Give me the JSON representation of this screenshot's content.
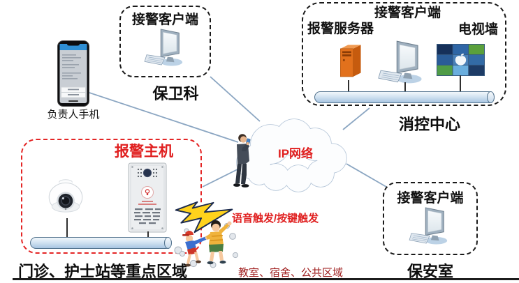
{
  "diagram": {
    "security_dept": {
      "device_label": "接警客户端",
      "caption": "保卫科"
    },
    "manager_phone": {
      "caption": "负责人手机"
    },
    "fire_control_center": {
      "server_label": "报警服务器",
      "client_label": "接警客户端",
      "tv_wall_label": "电视墙",
      "caption": "消控中心"
    },
    "ip_network": {
      "label": "IP网络"
    },
    "key_area": {
      "host_label": "报警主机",
      "caption": "门诊、护士站等重点区域"
    },
    "trigger_note": "语音触发/按键触发",
    "public_area_note": "教室、宿舍、公共区域",
    "guard_room": {
      "device_label": "接警客户端",
      "caption": "保安室"
    }
  },
  "icons": {
    "desktop_pc": "desktop-computer-icon",
    "server": "server-tower-icon",
    "tv_wall": "tv-wall-icon",
    "smartphone": "smartphone-icon",
    "dome_camera": "dome-camera-icon",
    "intercom_panel": "alarm-intercom-icon",
    "person": "person-with-phone-icon",
    "cloud": "network-cloud-shape",
    "lightning": "lightning-bolt-icon",
    "kids_fighting": "kids-fighting-illustration"
  },
  "colors": {
    "accent_red": "#e02020",
    "dark_red": "#a02020",
    "box_border": "#1a1a1a",
    "red_box_border": "#e42525",
    "wire": "#8ba6c2",
    "pipe_fill": "#c7dbee",
    "server_orange": "#e2711c",
    "lightning_yellow": "#ffd21c",
    "cloud_stroke": "#b4c5d8"
  }
}
